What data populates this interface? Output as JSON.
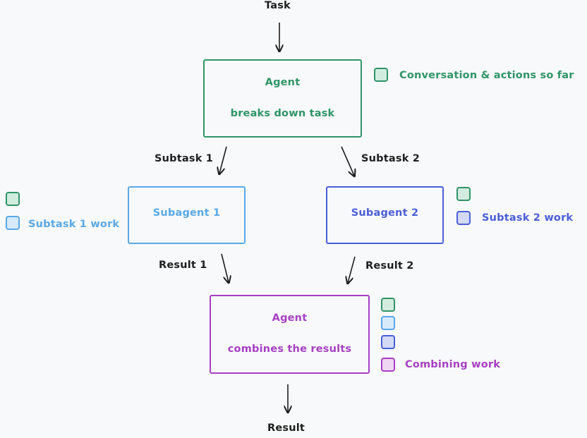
{
  "labels": {
    "task": "Task",
    "subtask1": "Subtask 1",
    "subtask2": "Subtask 2",
    "result1": "Result 1",
    "result2": "Result 2",
    "result": "Result"
  },
  "agent_top": {
    "title": "Agent",
    "subtitle": "breaks down task",
    "color": "#2f9467"
  },
  "subagent1": {
    "title": "Subagent 1",
    "color": "#5aa8e6"
  },
  "subagent2": {
    "title": "Subagent 2",
    "color": "#4a5fd6"
  },
  "agent_bottom": {
    "title": "Agent",
    "subtitle": "combines the results",
    "color": "#a63fc2"
  },
  "legend": {
    "conversation": "Conversation & actions so far",
    "subtask1_work": "Subtask 1 work",
    "subtask2_work": "Subtask 2 work",
    "combining_work": "Combining work"
  },
  "colors": {
    "green_fill": "#d2ede0",
    "blue_light_fill": "#d6eaf9",
    "blue_dark_fill": "#d4d9f6",
    "purple_fill": "#efd6f3",
    "arrow": "#1e1e1e"
  }
}
